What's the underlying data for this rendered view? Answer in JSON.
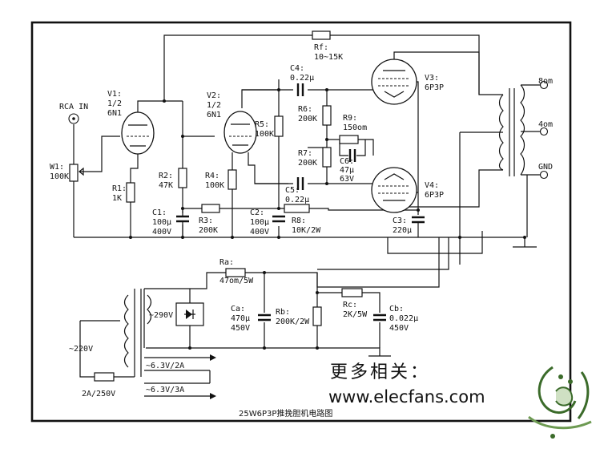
{
  "labels": {
    "rf": [
      "Rf:",
      "10~15K"
    ],
    "c4": [
      "C4:",
      "0.22μ"
    ],
    "v1": [
      "V1:",
      "1/2",
      "6N1"
    ],
    "v2": [
      "V2:",
      "1/2",
      "6N1"
    ],
    "v3": [
      "V3:",
      "6P3P"
    ],
    "v4": [
      "V4:",
      "6P3P"
    ],
    "rca": "RCA IN",
    "w1": [
      "W1:",
      "100K"
    ],
    "r1": [
      "R1:",
      "1K"
    ],
    "r2": [
      "R2:",
      "47K"
    ],
    "r4": [
      "R4:",
      "100K"
    ],
    "r5": [
      "R5:",
      "100K"
    ],
    "r6": [
      "R6:",
      "200K"
    ],
    "r7": [
      "R7:",
      "200K"
    ],
    "r9": [
      "R9:",
      "150om"
    ],
    "c6": [
      "C6:",
      "47μ",
      "63V"
    ],
    "c5": [
      "C5:",
      "0.22μ"
    ],
    "c1": [
      "C1:",
      "100μ",
      "400V"
    ],
    "r3": [
      "R3:",
      "200K"
    ],
    "c2": [
      "C2:",
      "100μ",
      "400V"
    ],
    "r8": [
      "R8:",
      "10K/2W"
    ],
    "c3": [
      "C3:",
      "220μ"
    ],
    "out8": "8om",
    "out4": "4om",
    "gnd": "GND",
    "ra": [
      "Ra:",
      "47om/5W"
    ],
    "ca": [
      "Ca:",
      "470μ",
      "450V"
    ],
    "rb": [
      "Rb:",
      "200K/2W"
    ],
    "rc": [
      "Rc:",
      "2K/5W"
    ],
    "cb": [
      "Cb:",
      "0.022μ",
      "450V"
    ],
    "v290": "~290V",
    "v220": "~220V",
    "fuse": "2A/250V",
    "h1": "~6.3V/2A",
    "h2": "~6.3V/3A",
    "caption": "25W6P3P推挽胆机电路图"
  },
  "promo_text": "更多相关：",
  "site_url": "www.elecfans.com"
}
